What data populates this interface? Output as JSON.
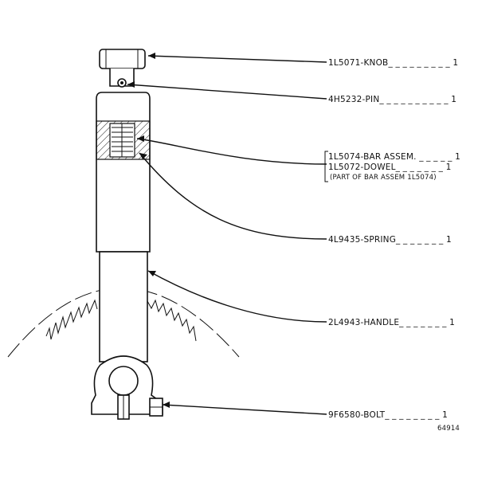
{
  "parts": [
    {
      "number": "1L5071",
      "name": "KNOB",
      "qty": "1"
    },
    {
      "number": "4H5232",
      "name": "PIN",
      "qty": "1"
    },
    {
      "number": "1L5074",
      "name": "BAR ASSEM.",
      "qty": "1"
    },
    {
      "number": "1L5072",
      "name": "DOWEL",
      "qty": "1",
      "note": "(PART OF BAR ASSEM 1L5074)"
    },
    {
      "number": "4L9435",
      "name": "SPRING",
      "qty": "1"
    },
    {
      "number": "2L4943",
      "name": "HANDLE",
      "qty": "1"
    },
    {
      "number": "9F6580",
      "name": "BOLT",
      "qty": "1"
    }
  ],
  "figure_number": "64914"
}
